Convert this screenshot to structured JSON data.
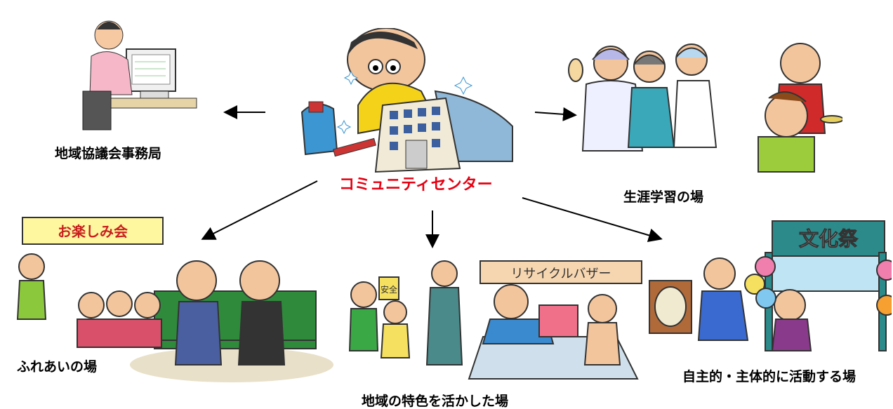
{
  "labels": {
    "center": "コミュニティセンター",
    "office": "地域協議会事務局",
    "lifelong": "生涯学習の場",
    "fureai": "ふれあいの場",
    "local": "地域の特色を活かした場",
    "autonomous": "自主的・主体的に活動する場"
  },
  "signs": {
    "party": "お楽しみ会",
    "bazaar": "リサイクルバザー",
    "festival": "文化祭",
    "safety": "安全"
  },
  "colors": {
    "center_label": "#e60012",
    "arrow": "#000000"
  }
}
